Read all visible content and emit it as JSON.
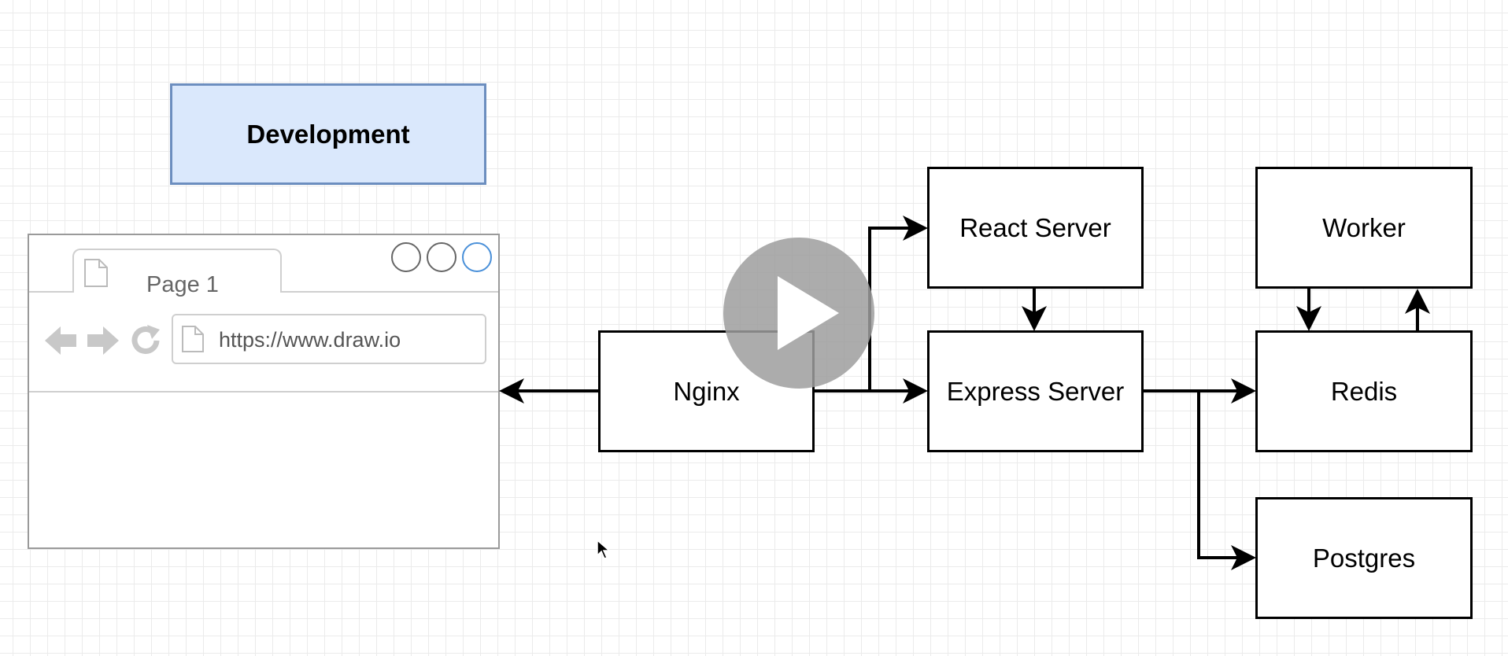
{
  "title_box": {
    "label": "Development"
  },
  "browser": {
    "tab_label": "Page 1",
    "url": "https://www.draw.io"
  },
  "nodes": {
    "nginx": "Nginx",
    "react_server": "React Server",
    "express_server": "Express Server",
    "worker": "Worker",
    "redis": "Redis",
    "postgres": "Postgres"
  },
  "colors": {
    "title_fill": "#dae8fc",
    "title_stroke": "#6c8ebf",
    "browser_close_circle": "#4a90d9",
    "play_button": "#9e9e9e"
  },
  "icons": [
    "page-icon",
    "back-arrow-icon",
    "forward-arrow-icon",
    "reload-icon",
    "play-icon",
    "mouse-cursor-icon"
  ]
}
